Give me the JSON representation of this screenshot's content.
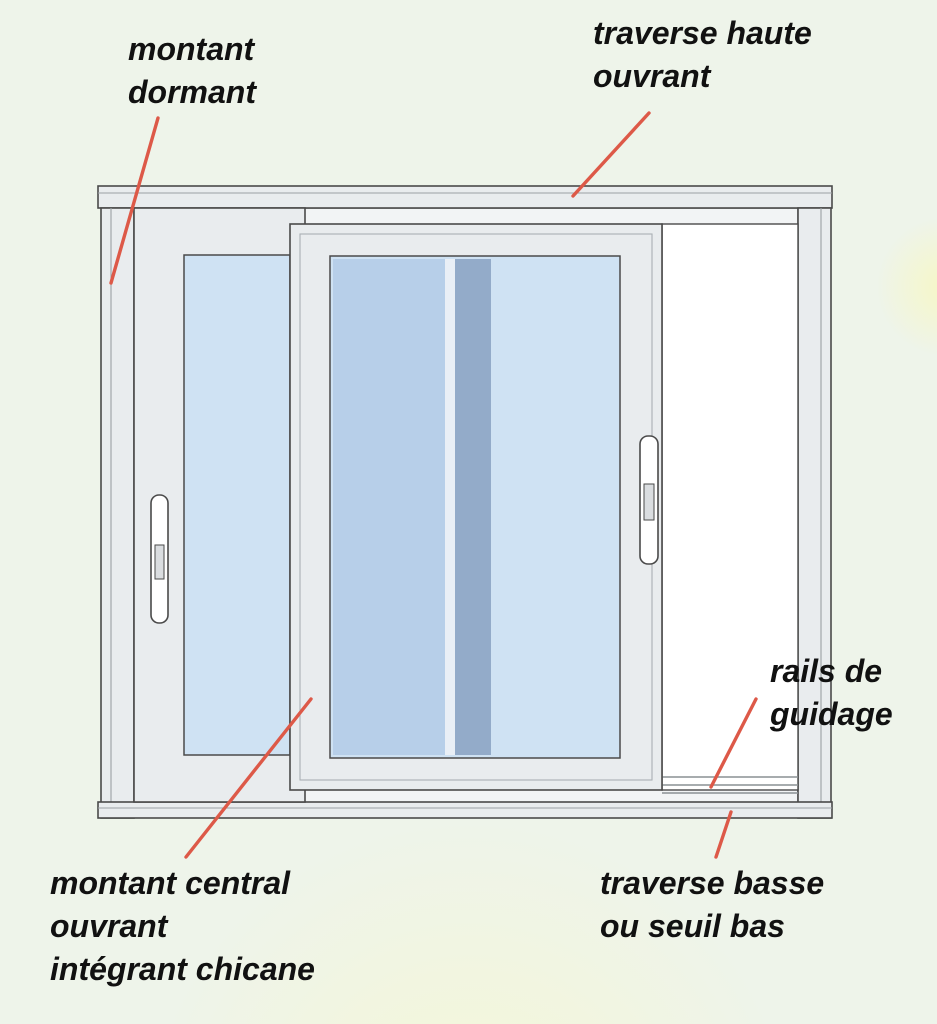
{
  "colors": {
    "background": "#eef4ea",
    "leader_line": "#dd5948",
    "frame_fill": "#e9ecee",
    "frame_stroke": "#4a4a4a",
    "glass_light": "#cfe2f3",
    "glass_medium": "#b7cfe9",
    "glass_dark_band": "#93abc9",
    "label_color": "#111111"
  },
  "diagram": {
    "subject": "sliding-window-parts",
    "labels": {
      "montant_dormant": {
        "line1": "montant",
        "line2": "dormant"
      },
      "traverse_haute": {
        "line1": "traverse haute",
        "line2": "ouvrant"
      },
      "rails_guidage": {
        "line1": "rails de",
        "line2": "guidage"
      },
      "montant_central": {
        "line1": "montant central",
        "line2": "ouvrant",
        "line3": "intégrant chicane"
      },
      "traverse_basse": {
        "line1": "traverse basse",
        "line2": "ou seuil bas"
      }
    }
  }
}
